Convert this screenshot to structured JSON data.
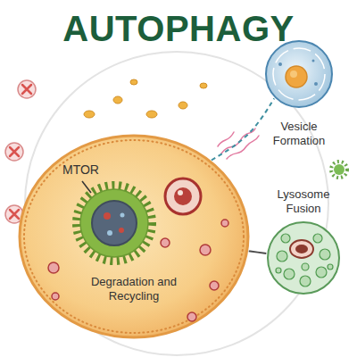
{
  "diagram": {
    "title": "AUTOPHAGY",
    "nodes": [
      {
        "text": [
          "Degradation and Recycling"
        ]
      },
      {
        "text": [
          "Vesicle Formation"
        ]
      },
      {
        "text": [
          "Lysosome Fusion"
        ]
      }
    ],
    "edges": [
      {
        "from": 0,
        "to": 1,
        "arrow": "none"
      },
      {
        "from": 0,
        "to": 2,
        "arrow": "none"
      }
    ],
    "labels": [
      "MTOR"
    ]
  }
}
